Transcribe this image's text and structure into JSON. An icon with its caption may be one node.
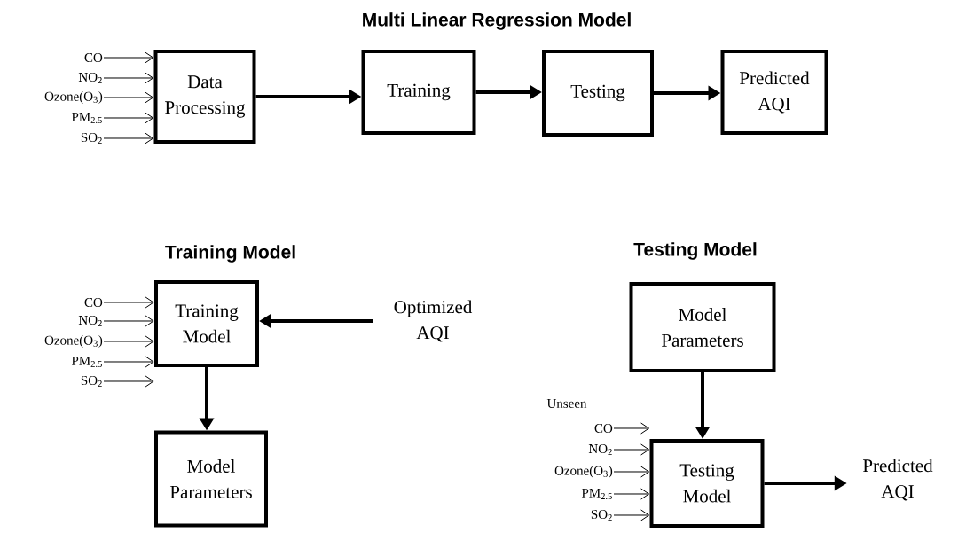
{
  "diagram": {
    "title": "Multi Linear Regression Model",
    "nodes": [
      {
        "text": [
          "CO"
        ]
      },
      {
        "text": [
          "NO$_{2}$"
        ]
      },
      {
        "text": [
          "Ozone(O$_{3}$)"
        ]
      },
      {
        "text": [
          "PM$_{2.5}$"
        ]
      },
      {
        "text": [
          "SO$_{2}$"
        ]
      },
      {
        "text": [
          "Data Processing"
        ]
      },
      {
        "text": [
          "Training"
        ]
      },
      {
        "text": [
          "Testing"
        ]
      },
      {
        "text": [
          "Predicted AQI"
        ]
      },
      {
        "text": [
          "CO"
        ]
      },
      {
        "text": [
          "NO$_{2}$"
        ]
      },
      {
        "text": [
          "Ozone(O$_{3}$)"
        ]
      },
      {
        "text": [
          "PM$_{2.5}$"
        ]
      },
      {
        "text": [
          "SO$_{2}$"
        ]
      },
      {
        "text": [
          "Training Model"
        ]
      },
      {
        "text": [
          "Optimized AQI"
        ]
      },
      {
        "text": [
          "Model Parameters"
        ]
      },
      {
        "text": [
          "Model Parameters"
        ]
      },
      {
        "text": [
          "CO"
        ]
      },
      {
        "text": [
          "NO$_{2}$"
        ]
      },
      {
        "text": [
          "Ozone(O$_{3}$)"
        ]
      },
      {
        "text": [
          "PM$_{2.5}$"
        ]
      },
      {
        "text": [
          "SO$_{2}$"
        ]
      },
      {
        "text": [
          "Testing Model"
        ]
      },
      {
        "text": [
          "Predicted AQI"
        ]
      }
    ],
    "edges": [
      {
        "from": 0,
        "to": 5,
        "arrow": "to"
      },
      {
        "from": 1,
        "to": 5,
        "arrow": "to"
      },
      {
        "from": 2,
        "to": 5,
        "arrow": "to"
      },
      {
        "from": 3,
        "to": 5,
        "arrow": "to"
      },
      {
        "from": 4,
        "to": 5,
        "arrow": "to"
      },
      {
        "from": 5,
        "to": 6,
        "arrow": "to",
        "style": "thick"
      },
      {
        "from": 6,
        "to": 7,
        "arrow": "to",
        "style": "thick"
      },
      {
        "from": 7,
        "to": 8,
        "arrow": "to",
        "style": "thick"
      },
      {
        "from": 9,
        "to": 14,
        "arrow": "to"
      },
      {
        "from": 10,
        "to": 14,
        "arrow": "to"
      },
      {
        "from": 11,
        "to": 14,
        "arrow": "to"
      },
      {
        "from": 12,
        "to": 14,
        "arrow": "to"
      },
      {
        "from": 13,
        "to": 14,
        "arrow": "to"
      },
      {
        "from": 15,
        "to": 14,
        "arrow": "to",
        "style": "thick"
      },
      {
        "from": 14,
        "to": 16,
        "arrow": "to",
        "style": "thick"
      },
      {
        "from": 17,
        "to": 23,
        "arrow": "to",
        "style": "thick"
      },
      {
        "from": 18,
        "to": 23,
        "arrow": "to"
      },
      {
        "from": 19,
        "to": 23,
        "arrow": "to"
      },
      {
        "from": 20,
        "to": 23,
        "arrow": "to"
      },
      {
        "from": 21,
        "to": 23,
        "arrow": "to"
      },
      {
        "from": 22,
        "to": 23,
        "arrow": "to"
      },
      {
        "from": 23,
        "to": 24,
        "arrow": "to",
        "style": "thick"
      }
    ],
    "labels": [
      "Training Model",
      "Testing Model",
      "Unseen"
    ]
  }
}
